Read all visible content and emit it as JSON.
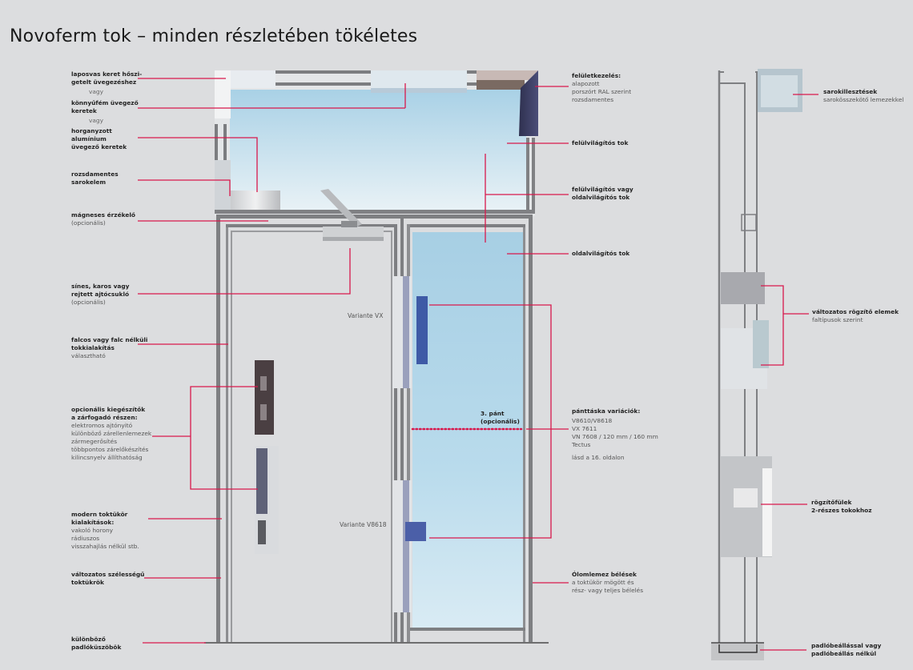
{
  "title": "Novoferm tok – minden részletében tökéletes",
  "colors": {
    "accent": "#d8184c",
    "glass": "#a8d0e6",
    "frame": "#8a8b8d",
    "background": "#dcdddf"
  },
  "left_labels": [
    {
      "id": "laposvas",
      "lines_bold": [
        "laposvas keret hőszi-",
        "getelt üvegezéshez"
      ],
      "lines": []
    },
    {
      "id": "vagy1",
      "vagy": "vagy"
    },
    {
      "id": "konnyufem",
      "lines_bold": [
        "könnyűfém üvegező",
        "keretek"
      ],
      "lines": []
    },
    {
      "id": "vagy2",
      "vagy": "vagy"
    },
    {
      "id": "horganyzott",
      "lines_bold": [
        "horganyzott",
        "alumínium",
        "üvegező keretek"
      ],
      "lines": []
    },
    {
      "id": "rozsdamentes",
      "lines_bold": [
        "rozsdamentes",
        "sarokelem"
      ],
      "lines": []
    },
    {
      "id": "magneses",
      "lines_bold": [
        "mágneses érzékelő"
      ],
      "lines": [
        "(opcionális)"
      ]
    },
    {
      "id": "sines",
      "lines_bold": [
        "sínes, karos vagy",
        "rejtett ajtócsukló"
      ],
      "lines": [
        "(opcionális)"
      ]
    },
    {
      "id": "falcos",
      "lines_bold": [
        "falcos vagy falc nélküli",
        "tokkialakítás"
      ],
      "lines": [
        "választható"
      ]
    },
    {
      "id": "opcionalis",
      "lines_bold": [
        "opcionális kiegészítők",
        "a zárfogadó részen:"
      ],
      "lines": [
        "elektromos ajtónyitó",
        "különböző zárellenlemezek",
        "zármegerősítés",
        "többpontos zárelőkészítés",
        "kilincsnyelv állíthatóság"
      ]
    },
    {
      "id": "modern",
      "lines_bold": [
        "modern toktükör",
        "kialakítások:"
      ],
      "lines": [
        "vakoló horony",
        "rádiuszos",
        "visszahajlás nélkül stb."
      ]
    },
    {
      "id": "valtozatos",
      "lines_bold": [
        "változatos szélességű",
        "toktükrök"
      ],
      "lines": []
    },
    {
      "id": "kulonbozo",
      "lines_bold": [
        "különböző",
        "padlóküszöbök"
      ],
      "lines": []
    }
  ],
  "right_labels": [
    {
      "id": "feluletkezeles",
      "lines_bold": [
        "felületkezelés:"
      ],
      "lines": [
        "alapozott",
        "porszórt RAL szerint",
        "rozsdamentes"
      ]
    },
    {
      "id": "felulvilagitos",
      "lines_bold": [
        "felülvilágítós tok"
      ],
      "lines": []
    },
    {
      "id": "felul_vagy_oldal",
      "lines_bold": [
        "felülvilágítós vagy",
        "oldalvilágítós tok"
      ],
      "lines": []
    },
    {
      "id": "oldalvilagitos",
      "lines_bold": [
        "oldalvilágítós tok"
      ],
      "lines": []
    },
    {
      "id": "panttaska",
      "lines_bold": [
        "pánttáska variációk:"
      ],
      "lines": [
        "V8610/V8618",
        "VX 7611",
        "VN 7608 / 120 mm / 160 mm",
        "Tectus",
        "",
        "lásd a 16. oldalon"
      ]
    },
    {
      "id": "olomlemez",
      "lines_bold": [
        "Ólomlemez bélések"
      ],
      "lines": [
        "a toktükör mögött és",
        "rész- vagy teljes bélelés"
      ]
    }
  ],
  "far_right_labels": [
    {
      "id": "sarokillesztesek",
      "lines_bold": [
        "sarokillesztések"
      ],
      "lines": [
        "sarokösszekötő lemezekkel"
      ]
    },
    {
      "id": "rogzito",
      "lines_bold": [
        "változatos rögzítő elemek"
      ],
      "lines": [
        "faltípusok szerint"
      ]
    },
    {
      "id": "rogzitofulek",
      "lines_bold": [
        "rögzítőfülek",
        "2-részes tokokhoz"
      ],
      "lines": []
    },
    {
      "id": "padlobeallas",
      "lines_bold": [
        "padlóbeállással vagy",
        "padlóbeállás nélkül"
      ],
      "lines": []
    }
  ],
  "inline_labels": {
    "variante_vx": "Variante VX",
    "variante_v8618": "Variante V8618",
    "third_hinge_bold": "3. pánt",
    "third_hinge_sub": "(opcionális)"
  }
}
